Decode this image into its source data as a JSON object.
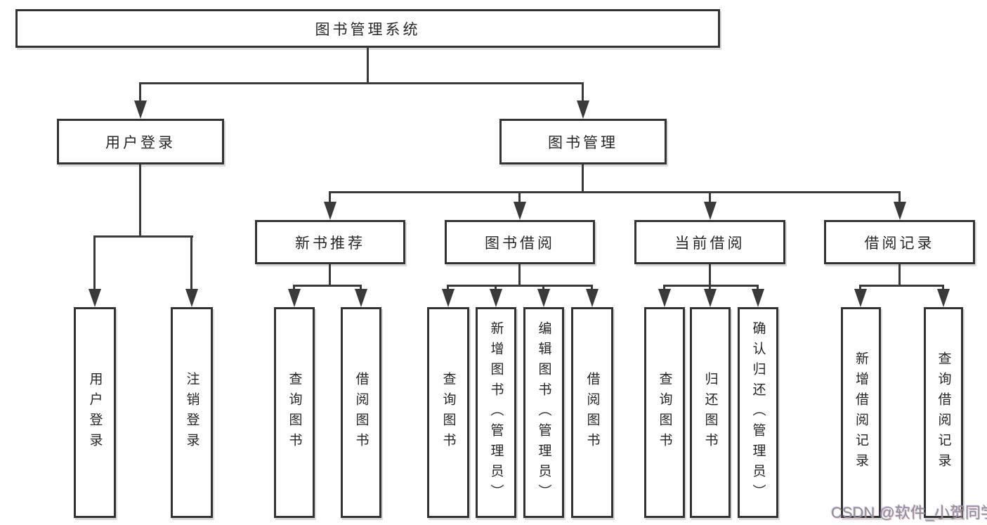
{
  "colors": {
    "line": "#3a3a3a",
    "box_border": "#333333",
    "box_fill": "#ffffff",
    "text": "#262626",
    "watermark": "#8e8e97"
  },
  "tree": {
    "root": {
      "label": "图书管理系统"
    },
    "user_login": {
      "label": "用户登录",
      "children": [
        {
          "label": "用户登录"
        },
        {
          "label": "注销登录"
        }
      ]
    },
    "book_mgmt": {
      "label": "图书管理",
      "children": [
        {
          "label": "新书推荐",
          "children": [
            {
              "label": "查询图书"
            },
            {
              "label": "借阅图书"
            }
          ]
        },
        {
          "label": "图书借阅",
          "children": [
            {
              "label": "查询图书"
            },
            {
              "label": "新增图书（管理员）"
            },
            {
              "label": "编辑图书（管理员）"
            },
            {
              "label": "借阅图书"
            }
          ]
        },
        {
          "label": "当前借阅",
          "children": [
            {
              "label": "查询图书"
            },
            {
              "label": "归还图书"
            },
            {
              "label": "确认归还（管理员）"
            }
          ]
        },
        {
          "label": "借阅记录",
          "children": [
            {
              "label": "新增借阅记录"
            },
            {
              "label": "查询借阅记录"
            }
          ]
        }
      ]
    }
  },
  "watermark": {
    "text": "CSDN @软件_小贺同学"
  }
}
